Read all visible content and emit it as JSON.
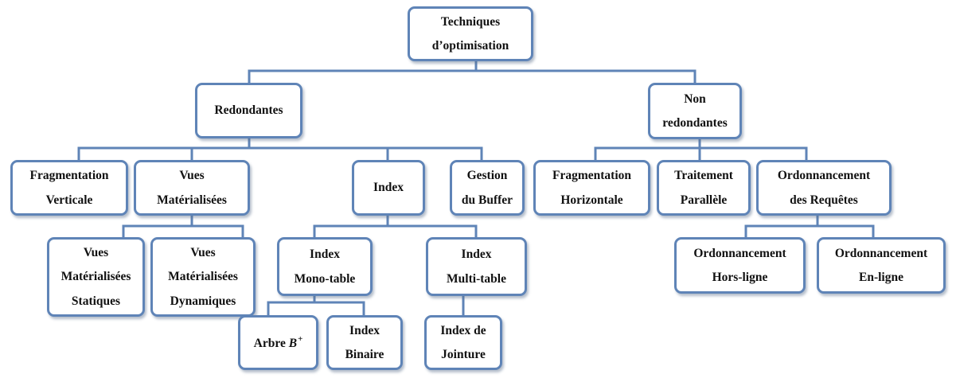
{
  "diagram": {
    "root": {
      "line1": "Techniques",
      "line2": "d’optimisation"
    },
    "redondantes": {
      "label": "Redondantes",
      "frag_vert": {
        "line1": "Fragmentation",
        "line2": "Verticale"
      },
      "vues_mat": {
        "line1": "Vues",
        "line2": "Matérialisées"
      },
      "vues_statiques": {
        "line1": "Vues",
        "line2": "Matérialisées",
        "line3": "Statiques"
      },
      "vues_dynamiques": {
        "line1": "Vues",
        "line2": "Matérialisées",
        "line3": "Dynamiques"
      },
      "index": {
        "label": "Index"
      },
      "index_mono": {
        "line1": "Index",
        "line2": "Mono-table"
      },
      "index_multi": {
        "line1": "Index",
        "line2": "Multi-table"
      },
      "arbre": {
        "text": "Arbre",
        "var": "B",
        "sup": "+"
      },
      "index_binaire": {
        "line1": "Index",
        "line2": "Binaire"
      },
      "index_jointure": {
        "line1": "Index de",
        "line2": "Jointure"
      },
      "gestion_buffer": {
        "line1": "Gestion",
        "line2": "du Buffer"
      }
    },
    "non_redondantes": {
      "line1": "Non",
      "line2": "redondantes",
      "frag_horiz": {
        "line1": "Fragmentation",
        "line2": "Horizontale"
      },
      "traitement": {
        "line1": "Traitement",
        "line2": "Parallèle"
      },
      "ordonnancement": {
        "line1": "Ordonnancement",
        "line2": "des Requêtes"
      },
      "hors_ligne": {
        "line1": "Ordonnancement",
        "line2": "Hors-ligne"
      },
      "en_ligne": {
        "line1": "Ordonnancement",
        "line2": "En-ligne"
      }
    }
  },
  "colors": {
    "border": "#5f84b7",
    "connector": "#5f84b7",
    "text": "#111111",
    "background": "#ffffff"
  }
}
